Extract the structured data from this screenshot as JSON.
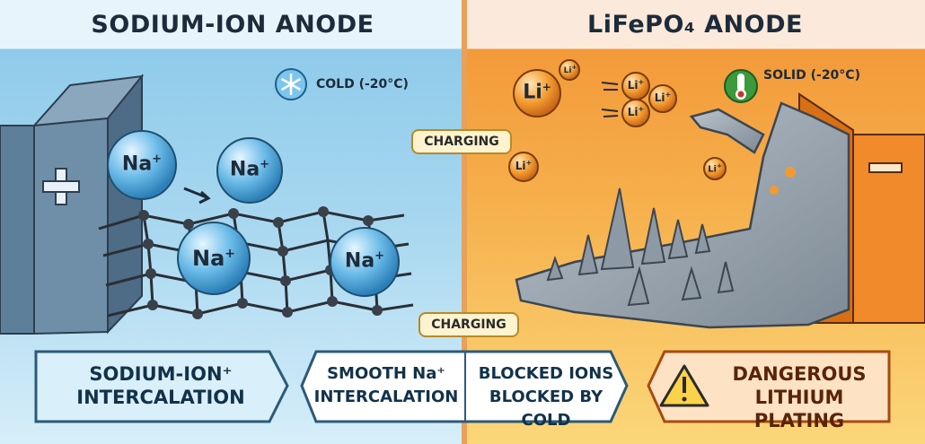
{
  "left_panel": {
    "title": "SODIUM-ION ANODE",
    "temperature": "COLD (-20°C)",
    "ion_label": "Na",
    "ion_charge": "+",
    "terminal_sign": "+",
    "bottom_box": {
      "line1": "SODIUM-ION⁺",
      "line2": "INTERCALATION"
    }
  },
  "right_panel": {
    "title": "LiFePO₄ ANODE",
    "temperature": "SOLID (-20°C)",
    "ion_label": "Li",
    "ion_charge": "+",
    "terminal_sign": "−",
    "bottom_box": {
      "line1": "DANGEROUS",
      "line2": "LITHIUM PLATING"
    }
  },
  "charging_labels": [
    "CHARGING",
    "CHARGING"
  ],
  "center_box": {
    "left": {
      "line1": "SMOOTH Na⁺",
      "line2": "INTERCALATION"
    },
    "right": {
      "line1": "BLOCKED IONS",
      "line2": "BLOCKED BY COLD"
    }
  },
  "colors": {
    "cold_blue": "#8fcbea",
    "warm_orange": "#f39a3a",
    "ion_blue": "#5fb4e3",
    "ion_orange": "#f0962e",
    "warning_red": "#c0392b"
  },
  "icons": [
    "snowflake-icon",
    "thermometer-icon",
    "warning-icon"
  ]
}
